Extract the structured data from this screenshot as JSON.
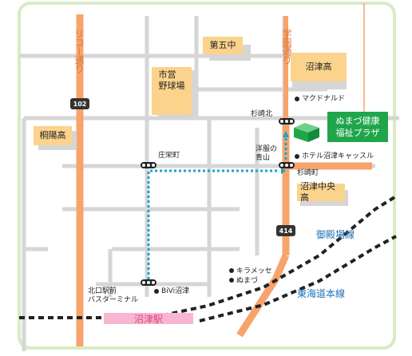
{
  "roads": {
    "rico": "リコー通り",
    "gakuen": "学園通り",
    "route102": "102",
    "route414": "414"
  },
  "rail": {
    "gotemba": "御殿場線",
    "tokaido": "東海道本線"
  },
  "station": "沼津駅",
  "destination": "ぬまづ健康\n福祉プラザ",
  "buildings": {
    "daigochu": "第五中",
    "numazuko": "沼津高",
    "shiei": "市営\n野球場",
    "toyoko": "桐陽高",
    "chuoko": "沼津中央高"
  },
  "places": {
    "mcdonalds": "マクドナルド",
    "hotel": "ホテル沼津キャッスル",
    "yofuku": "洋服の\n青山",
    "kiramesse": "キラメッセ\nぬまづ",
    "bivi": "BiVi沼津",
    "busterminal": "北口駅前\nバスターミナル"
  },
  "intersections": {
    "shoeicho": "庄栄町",
    "suginkita": "杉崎北",
    "suginzaki": "杉崎町"
  },
  "colors": {
    "road_major": "#f7a46c",
    "road_minor": "#d6d6d6",
    "frame": "#d9ebc4",
    "building": "#fbd38c",
    "destination": "#1fa64b",
    "route_path": "#1aa3c8",
    "station": "#f7b6d2"
  }
}
